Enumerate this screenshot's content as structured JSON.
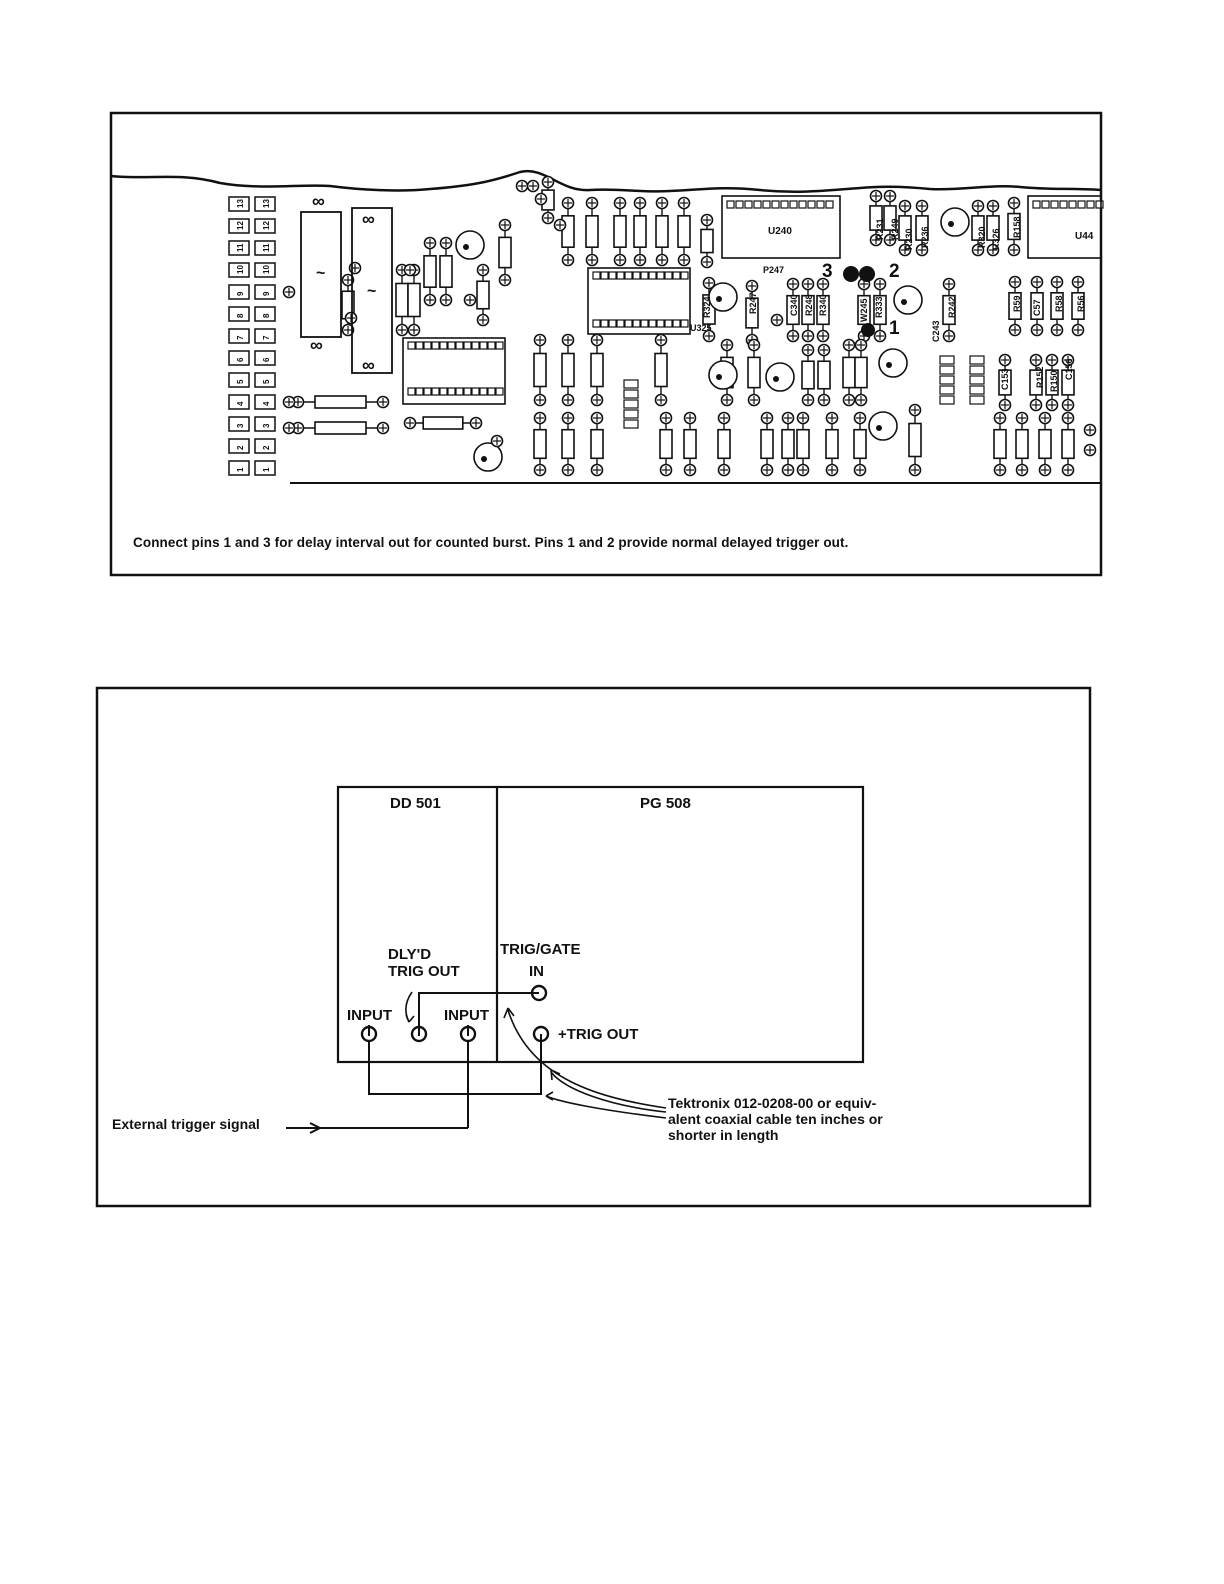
{
  "figure1": {
    "caption": "Connect pins 1 and 3 for delay interval out for counted burst. Pins 1 and 2 provide normal delayed trigger out.",
    "jumper_pins": [
      "3",
      "2",
      "1"
    ],
    "edge_pins": [
      "13",
      "12",
      "11",
      "10",
      "9",
      "8",
      "7",
      "6",
      "5",
      "4",
      "3",
      "2",
      "1"
    ],
    "components": {
      "u240": "U240",
      "u44": "U44",
      "p247": "P247",
      "u325": "U325",
      "r231": "R231",
      "r249": "R249",
      "r230": "R230",
      "r236": "R236",
      "r320": "R320",
      "r326": "R326",
      "r158": "R158",
      "r324": "R324",
      "r247": "R247",
      "c340": "C340",
      "r248": "R248",
      "r340": "R340",
      "w245": "W245",
      "r333": "R333",
      "c243": "C243",
      "r242": "R242",
      "r59": "R59",
      "c57": "C57",
      "r58": "R58",
      "r56": "R56",
      "c153": "C153",
      "r152": "R152",
      "r150": "R150",
      "c156": "C156"
    }
  },
  "figure2": {
    "left_instrument": "DD 501",
    "right_instrument": "PG 508",
    "dlyd_trig_out": [
      "DLY'D",
      "TRIG OUT"
    ],
    "trig_gate_in": [
      "TRIG/GATE",
      "IN"
    ],
    "input_left": "INPUT",
    "input_right": "INPUT",
    "trig_out": "+TRIG OUT",
    "external_trigger": "External trigger signal",
    "cable_note": [
      "Tektronix 012-0208-00 or equiv-",
      "alent coaxial cable ten inches or",
      "shorter in length"
    ]
  }
}
